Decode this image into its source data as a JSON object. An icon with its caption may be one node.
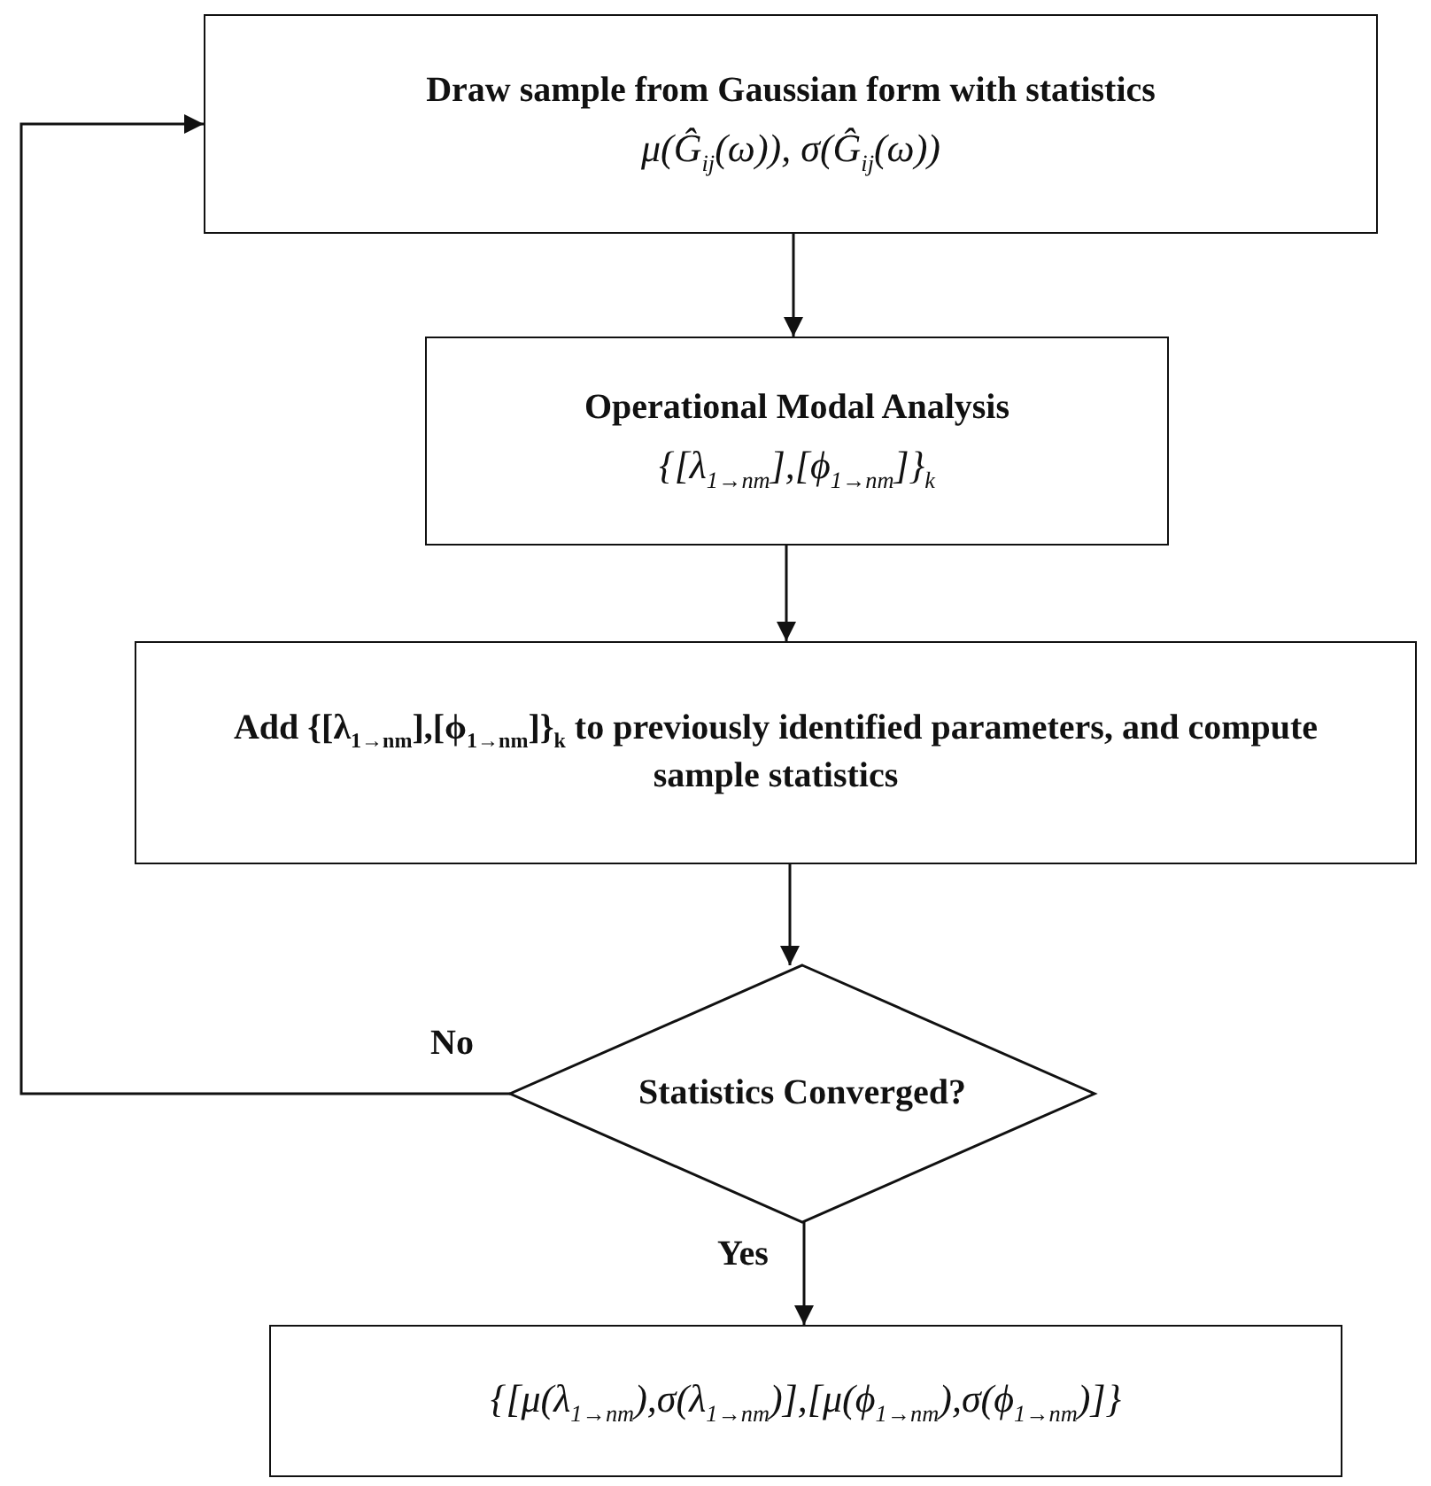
{
  "diagram": {
    "nodes": [
      {
        "text": [
          "Draw sample from Gaussian form with statistics",
          "μ(Ĝ$_{ij}$(ω)), σ(Ĝ$_{ij}$(ω))"
        ]
      },
      {
        "text": [
          "Operational Modal Analysis",
          "{[λ$_{1→nm}$],[ϕ$_{1→nm}$]}$_{k}$"
        ]
      },
      {
        "text": [
          "Add {[λ$_{1→nm}$],[ϕ$_{1→nm}$]}$_{k}$ to previously identified parameters, and compute sample statistics"
        ]
      },
      {
        "text": [
          "Statistics Converged?"
        ]
      },
      {
        "text": [
          "{[μ(λ$_{1→nm}$),σ(λ$_{1→nm}$)],[μ(ϕ$_{1→nm}$),σ(ϕ$_{1→nm}$)]}"
        ]
      }
    ],
    "edges": [
      {
        "from": 0,
        "to": 1,
        "arrow": "to"
      },
      {
        "from": 1,
        "to": 2,
        "arrow": "to"
      },
      {
        "from": 2,
        "to": 3,
        "arrow": "to"
      },
      {
        "from": 3,
        "to": 4,
        "arrow": "to",
        "label": "Yes"
      },
      {
        "from": 3,
        "to": 0,
        "arrow": "to",
        "label": "No"
      }
    ]
  }
}
